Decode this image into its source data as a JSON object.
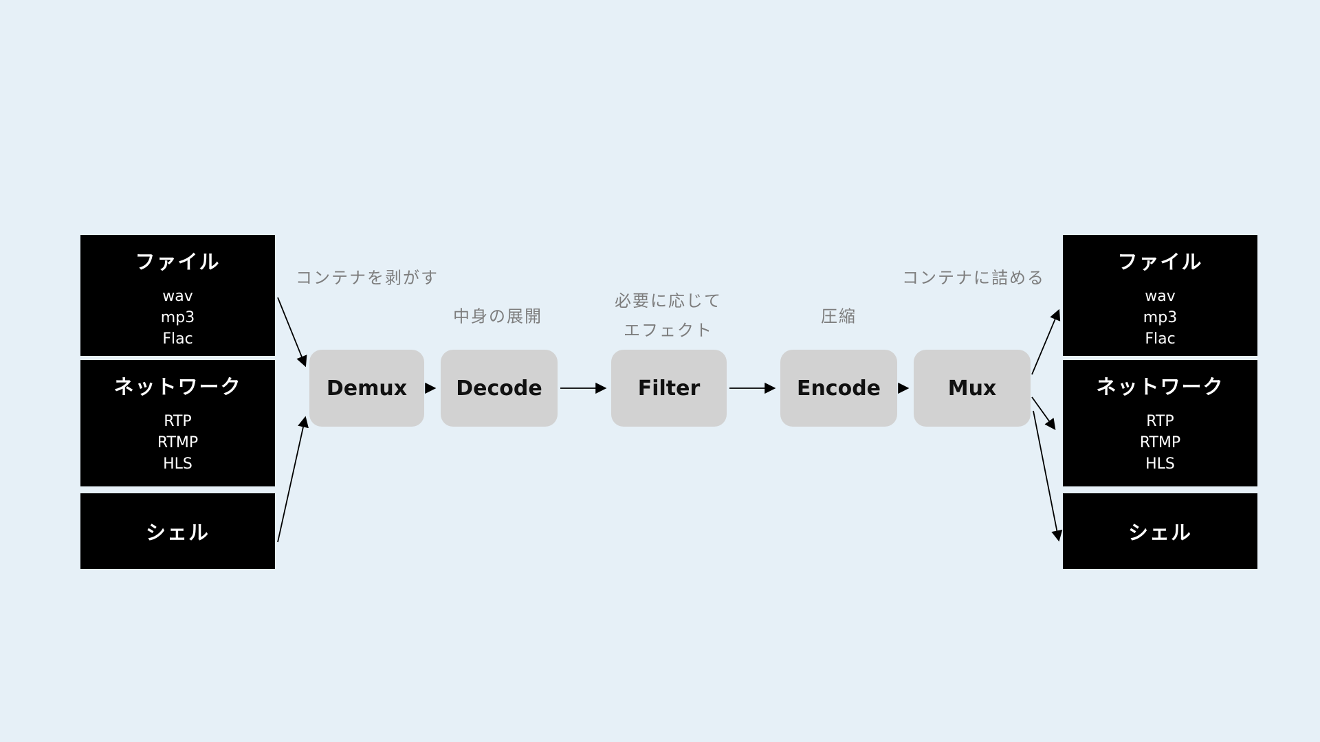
{
  "diagram_title": "audio-processing-pipeline",
  "colors": {
    "background": "#e6f0f7",
    "stage_fill": "#d2d2d2",
    "io_box_fill": "#000000",
    "io_box_text": "#ffffff",
    "annotation_text": "#7d7d7d",
    "arrow": "#000000"
  },
  "inputs": {
    "file": {
      "title": "ファイル",
      "items": [
        "wav",
        "mp3",
        "Flac"
      ]
    },
    "network": {
      "title": "ネットワーク",
      "items": [
        "RTP",
        "RTMP",
        "HLS"
      ]
    },
    "shell": {
      "title": "シェル"
    }
  },
  "outputs": {
    "file": {
      "title": "ファイル",
      "items": [
        "wav",
        "mp3",
        "Flac"
      ]
    },
    "network": {
      "title": "ネットワーク",
      "items": [
        "RTP",
        "RTMP",
        "HLS"
      ]
    },
    "shell": {
      "title": "シェル"
    }
  },
  "stages": {
    "demux": "Demux",
    "decode": "Decode",
    "filter": "Filter",
    "encode": "Encode",
    "mux": "Mux"
  },
  "annotations": {
    "demux": "コンテナを剥がす",
    "decode": "中身の展開",
    "filter_line1": "必要に応じて",
    "filter_line2": "エフェクト",
    "encode": "圧縮",
    "mux": "コンテナに詰める"
  }
}
